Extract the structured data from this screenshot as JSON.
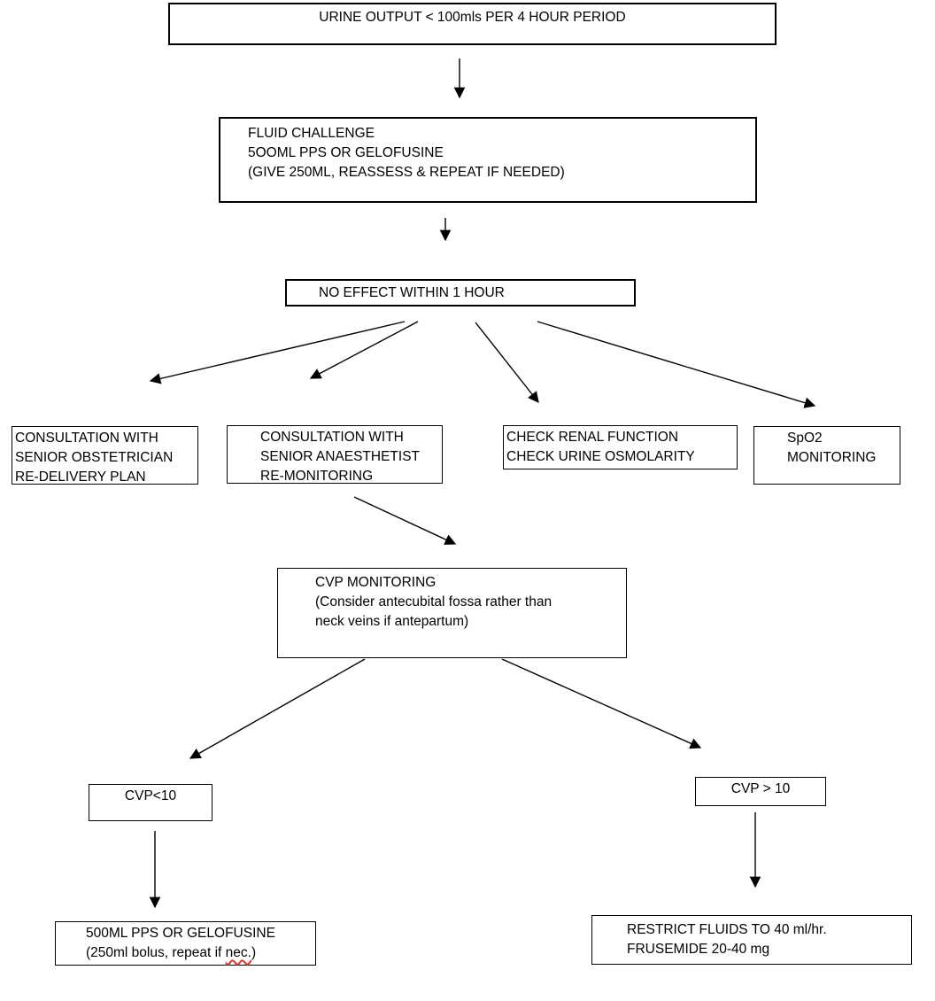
{
  "flowchart": {
    "nodes": {
      "urine_output": {
        "lines": [
          "URINE OUTPUT < 100mls PER 4 HOUR PERIOD"
        ]
      },
      "fluid_challenge": {
        "lines": [
          "FLUID CHALLENGE",
          "5OOML PPS OR GELOFUSINE",
          "(GIVE 250ML, REASSESS & REPEAT IF NEEDED)"
        ]
      },
      "no_effect": {
        "lines": [
          "NO EFFECT WITHIN 1 HOUR"
        ]
      },
      "obstetrician": {
        "lines": [
          "CONSULTATION WITH",
          "SENIOR OBSTETRICIAN",
          "RE-DELIVERY PLAN"
        ]
      },
      "anaesthetist": {
        "lines": [
          "CONSULTATION WITH",
          "SENIOR ANAESTHETIST",
          "RE-MONITORING"
        ]
      },
      "renal": {
        "lines": [
          "CHECK RENAL FUNCTION",
          "CHECK URINE OSMOLARITY"
        ]
      },
      "spo2": {
        "lines": [
          "SpO2",
          "MONITORING"
        ]
      },
      "cvp_monitoring": {
        "lines": [
          "CVP MONITORING",
          "(Consider antecubital fossa rather than",
          "neck veins if antepartum)"
        ]
      },
      "cvp_low": {
        "lines": [
          "CVP<10"
        ]
      },
      "cvp_high": {
        "lines": [
          "CVP > 10"
        ]
      },
      "fluid_bolus": {
        "line1": "500ML PPS OR GELOFUSINE",
        "line2_prefix": "(250ml bolus, repeat if ",
        "line2_flagged_word": "nec.",
        "line2_suffix": ")"
      },
      "restrict": {
        "lines": [
          "RESTRICT FLUIDS TO 40 ml/hr.",
          "FRUSEMIDE 20-40 mg"
        ]
      }
    },
    "edges": [
      {
        "from": "urine_output",
        "to": "fluid_challenge"
      },
      {
        "from": "fluid_challenge",
        "to": "no_effect"
      },
      {
        "from": "no_effect",
        "to": "obstetrician"
      },
      {
        "from": "no_effect",
        "to": "anaesthetist"
      },
      {
        "from": "no_effect",
        "to": "renal"
      },
      {
        "from": "no_effect",
        "to": "spo2"
      },
      {
        "from": "anaesthetist",
        "to": "cvp_monitoring"
      },
      {
        "from": "cvp_monitoring",
        "to": "cvp_low"
      },
      {
        "from": "cvp_monitoring",
        "to": "cvp_high"
      },
      {
        "from": "cvp_low",
        "to": "fluid_bolus"
      },
      {
        "from": "cvp_high",
        "to": "restrict"
      }
    ],
    "colors": {
      "line": "#000000",
      "spellcheck_squiggle": "#d93a2b",
      "background": "#ffffff"
    }
  }
}
